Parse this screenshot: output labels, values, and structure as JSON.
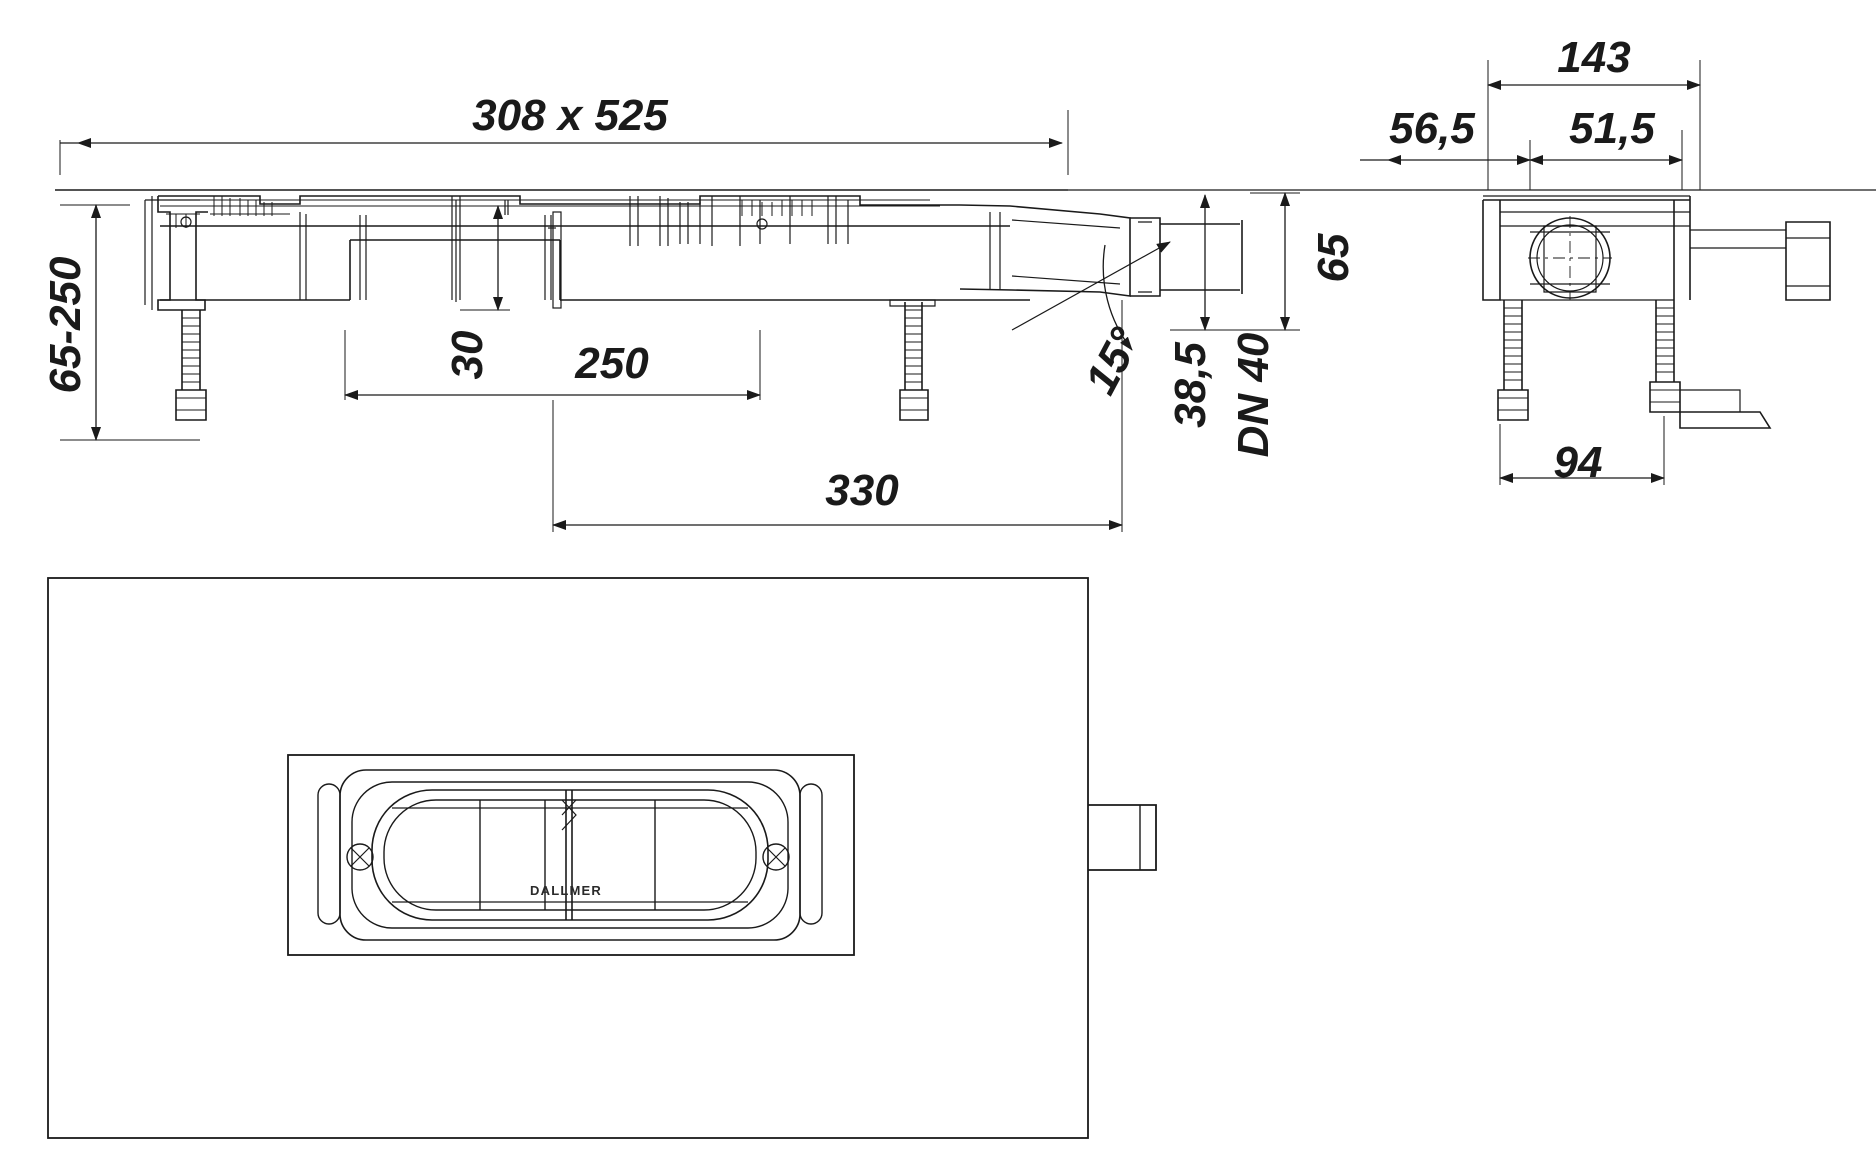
{
  "drawing": {
    "title": "Technical drawing - linear shower drain channel (section, side view and plan view)",
    "line_color": "#1a1a1a",
    "dim_color": "#1a1a1a",
    "fill_color": "#ffffff",
    "brand_label": "DALLMER"
  },
  "dimensions": {
    "overall_plate": "308 x 525",
    "height_range": "65-250",
    "grate_depth": "30",
    "inner_length": "250",
    "outlet_offset": "330",
    "angle": "15°",
    "outlet_height": "38,5",
    "outlet_size": "DN 40",
    "side_total": "143",
    "side_inner": "51,5",
    "side_offset": "56,5",
    "side_height": "65",
    "side_foot": "94"
  },
  "dimension_list": [
    {
      "name": "overall-plate",
      "value": "308 x 525",
      "unit": "mm",
      "orientation": "horizontal"
    },
    {
      "name": "height-range",
      "value": "65-250",
      "unit": "mm",
      "orientation": "vertical"
    },
    {
      "name": "grate-depth",
      "value": "30",
      "unit": "mm",
      "orientation": "vertical"
    },
    {
      "name": "inner-length",
      "value": "250",
      "unit": "mm",
      "orientation": "horizontal"
    },
    {
      "name": "outlet-offset",
      "value": "330",
      "unit": "mm",
      "orientation": "horizontal"
    },
    {
      "name": "angle",
      "value": "15°",
      "unit": "deg",
      "orientation": "diagonal"
    },
    {
      "name": "outlet-height",
      "value": "38,5",
      "unit": "mm",
      "orientation": "vertical"
    },
    {
      "name": "outlet-nominal-size",
      "value": "DN 40",
      "unit": "",
      "orientation": "vertical"
    },
    {
      "name": "side-total-width",
      "value": "143",
      "unit": "mm",
      "orientation": "horizontal"
    },
    {
      "name": "side-inner-width",
      "value": "51,5",
      "unit": "mm",
      "orientation": "horizontal"
    },
    {
      "name": "side-offset",
      "value": "56,5",
      "unit": "mm",
      "orientation": "horizontal"
    },
    {
      "name": "side-height",
      "value": "65",
      "unit": "mm",
      "orientation": "vertical"
    },
    {
      "name": "side-foot-width",
      "value": "94",
      "unit": "mm",
      "orientation": "horizontal"
    }
  ]
}
